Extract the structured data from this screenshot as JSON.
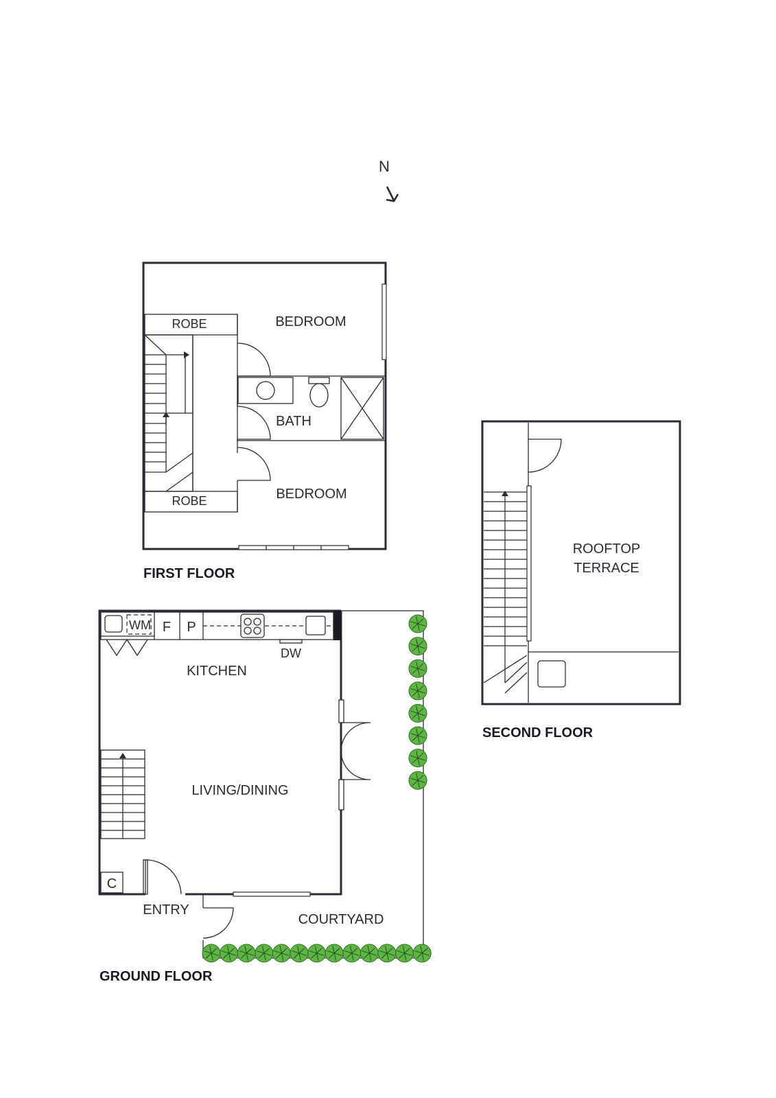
{
  "north": {
    "label": "N",
    "icon": "north-arrow-icon"
  },
  "floors": {
    "first": {
      "title": "FIRST FLOOR",
      "rooms": {
        "bedroom_1": "BEDROOM",
        "bedroom_2": "BEDROOM",
        "bath": "BATH",
        "robe_1": "ROBE",
        "robe_2": "ROBE"
      }
    },
    "second": {
      "title": "SECOND FLOOR",
      "rooms": {
        "terrace_line1": "ROOFTOP",
        "terrace_line2": "TERRACE"
      }
    },
    "ground": {
      "title": "GROUND FLOOR",
      "rooms": {
        "kitchen": "KITCHEN",
        "living": "LIVING/DINING",
        "entry": "ENTRY",
        "courtyard": "COURTYARD",
        "wm": "WM",
        "fridge": "F",
        "pantry": "P",
        "dishwasher": "DW",
        "cupboard": "C"
      }
    }
  },
  "colors": {
    "walls": "#2b2b33",
    "shrubs": "#5fb446"
  }
}
